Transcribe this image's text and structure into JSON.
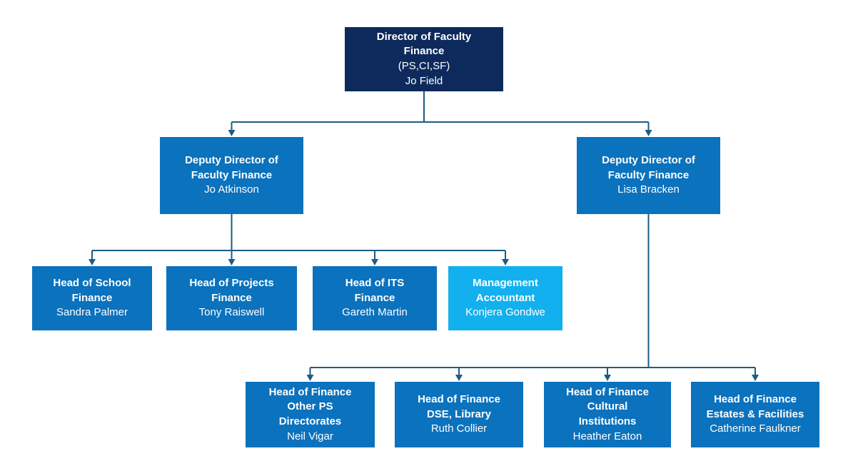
{
  "colors": {
    "box_navy": "#0e2a5c",
    "box_blue": "#0b72bd",
    "box_light_blue": "#12b0ee",
    "connector_line": "#1e5c80",
    "text": "#ffffff",
    "background": "#ffffff"
  },
  "org_chart": {
    "nodes": {
      "director": {
        "title": "Director of Faculty\nFinance",
        "sub": "(PS,CI,SF)",
        "name": "Jo Field"
      },
      "deputy_left": {
        "title": "Deputy Director of\nFaculty Finance",
        "name": "Jo Atkinson"
      },
      "deputy_right": {
        "title": "Deputy Director of\nFaculty Finance",
        "name": "Lisa Bracken"
      },
      "school_finance": {
        "title": "Head of School\nFinance",
        "name": "Sandra Palmer"
      },
      "projects_finance": {
        "title": "Head of Projects\nFinance",
        "name": "Tony Raiswell"
      },
      "its_finance": {
        "title": "Head of ITS\nFinance",
        "name": "Gareth Martin"
      },
      "management_accountant": {
        "title": "Management\nAccountant",
        "name": "Konjera Gondwe"
      },
      "other_ps_directorates": {
        "title": "Head of Finance\nOther PS\nDirectorates",
        "name": "Neil Vigar"
      },
      "dse_library": {
        "title": "Head of Finance\nDSE, Library",
        "name": "Ruth Collier"
      },
      "cultural_institutions": {
        "title": "Head of Finance\nCultural\nInstitutions",
        "name": "Heather Eaton"
      },
      "estates_facilities": {
        "title": "Head of Finance\nEstates & Facilities",
        "name": "Catherine Faulkner"
      }
    },
    "edges": [
      {
        "from": "director",
        "to": "deputy_left"
      },
      {
        "from": "director",
        "to": "deputy_right"
      },
      {
        "from": "deputy_left",
        "to": "school_finance"
      },
      {
        "from": "deputy_left",
        "to": "projects_finance"
      },
      {
        "from": "deputy_left",
        "to": "its_finance"
      },
      {
        "from": "deputy_left",
        "to": "management_accountant"
      },
      {
        "from": "deputy_right",
        "to": "other_ps_directorates"
      },
      {
        "from": "deputy_right",
        "to": "dse_library"
      },
      {
        "from": "deputy_right",
        "to": "cultural_institutions"
      },
      {
        "from": "deputy_right",
        "to": "estates_facilities"
      }
    ]
  }
}
